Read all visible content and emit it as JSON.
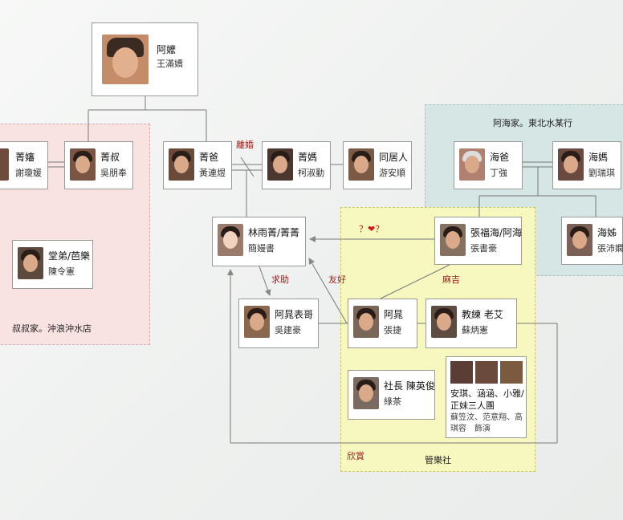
{
  "groups": {
    "uncle": "叔叔家。沖浪沖水店",
    "hai": "阿海家。東北水某行",
    "band": "管樂社"
  },
  "people": {
    "grandma": {
      "name": "阿嬤",
      "actor": "王滿嬌"
    },
    "aunt": {
      "name": "菁嬸",
      "actor": "謝瓊媛"
    },
    "uncle": {
      "name": "菁叔",
      "actor": "吳朋奉"
    },
    "cousin": {
      "name": "堂弟/芭樂",
      "actor": "陳令憲"
    },
    "dad": {
      "name": "菁爸",
      "actor": "黃連煜"
    },
    "mom": {
      "name": "菁媽",
      "actor": "柯淑勤"
    },
    "roommate": {
      "name": "同居人",
      "actor": "游安順"
    },
    "linyuqing": {
      "name": "林雨菁/菁菁",
      "actor": "簡嫚書"
    },
    "haidad": {
      "name": "海爸",
      "actor": "丁強"
    },
    "haimom": {
      "name": "海媽",
      "actor": "劉瑞琪"
    },
    "haisis": {
      "name": "海姊",
      "actor": "張沛嫻"
    },
    "ahai": {
      "name": "張福海/阿海",
      "actor": "張書豪"
    },
    "cousinbro": {
      "name": "阿晁表哥",
      "actor": "吳建豪"
    },
    "achao": {
      "name": "阿晁",
      "actor": "張捷"
    },
    "coach": {
      "name": "教練 老艾",
      "actor": "蘇炳憲"
    },
    "president": {
      "name": "社長 陳英俊",
      "actor": "綠茶"
    },
    "trio": {
      "name": "安琪、涵涵、小雅/正妹三人團",
      "actor": "蘇笠汶、范意翔、高琪容　飾演"
    }
  },
  "labels": {
    "divorce": "離婚",
    "question_heart": "？❤？",
    "help": "求助",
    "friendly": "友好",
    "jealous": "麻吉",
    "admire": "欣賞"
  },
  "colors": {
    "relation_text": "#9b1d1d",
    "heart": "#d01c1c"
  }
}
